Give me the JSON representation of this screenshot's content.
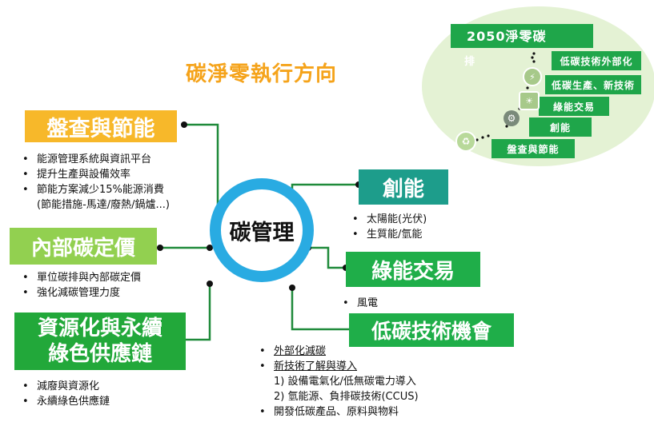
{
  "title": "碳淨零執行方向",
  "hub": {
    "label": "碳管理"
  },
  "left": {
    "audit": {
      "label": "盤查與節能",
      "bullets": [
        "能源管理系統與資訊平台",
        "提升生產與設備效率",
        "節能方案減少15%能源消費",
        "(節能措施-馬達/廢熱/鍋爐...)"
      ]
    },
    "carbon_price": {
      "label": "內部碳定價",
      "bullets": [
        "單位碳排與內部碳定價",
        "強化減碳管理力度"
      ]
    },
    "resource": {
      "label_line1": "資源化與永續",
      "label_line2": "綠色供應鏈",
      "bullets": [
        "減廢與資源化",
        "永續綠色供應鏈"
      ]
    }
  },
  "right": {
    "create": {
      "label": "創能",
      "bullets": [
        "太陽能(光伏)",
        "生質能/氫能"
      ]
    },
    "green_trade": {
      "label": "綠能交易",
      "bullets": [
        "風電"
      ]
    },
    "lowcarbon": {
      "label": "低碳技術機會",
      "bullets": [
        "外部化減碳",
        "新技術了解與導入",
        "1) 設備電氣化/低無碳電力導入",
        "2) 氫能源、負排碳技術(CCUS)",
        "開發低碳產品、原料與物料"
      ]
    }
  },
  "inset": {
    "goal_line1": "2050淨零碳",
    "goal_line2": "排",
    "steps": [
      "低碳技術外部化",
      "低碳生產、新技術",
      "綠能交易",
      "創能",
      "盤查與節能"
    ]
  }
}
